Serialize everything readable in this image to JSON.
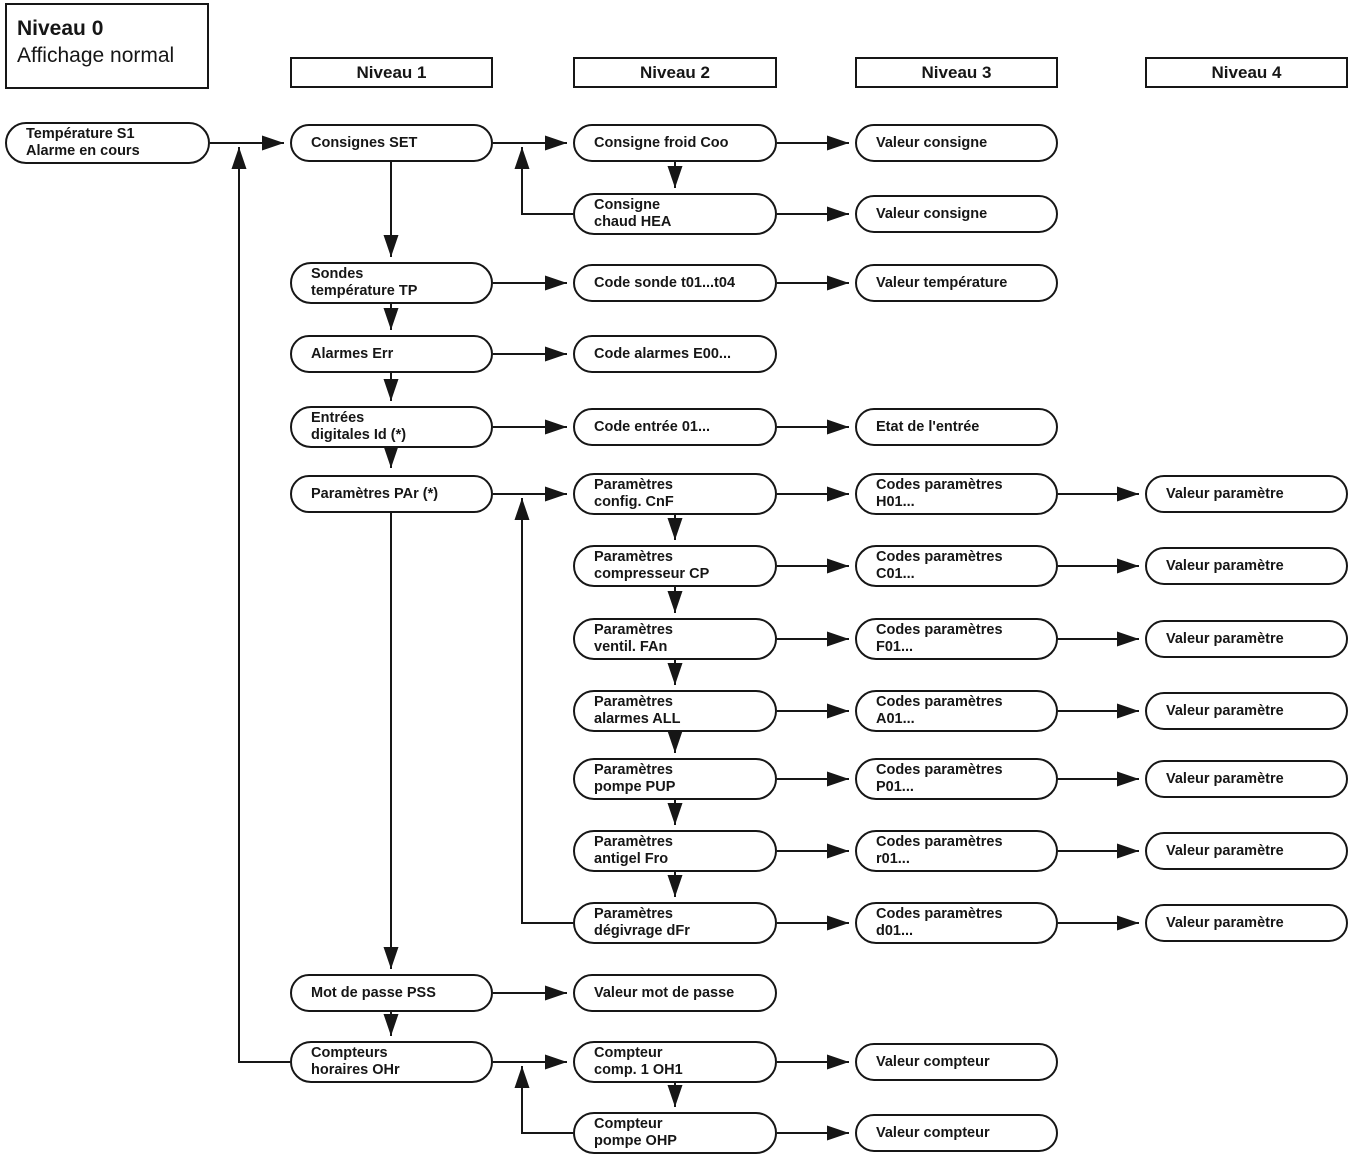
{
  "page": {
    "level0": {
      "title": "Niveau 0",
      "subtitle": "Affichage normal"
    },
    "headers": [
      "Niveau 1",
      "Niveau 2",
      "Niveau 3",
      "Niveau 4"
    ]
  },
  "nodes": {
    "temp_s1": [
      "Température S1",
      "Alarme en cours"
    ],
    "consignes_set": [
      "Consignes SET"
    ],
    "consigne_froid": [
      "Consigne froid Coo"
    ],
    "valeur_consigne_1": [
      "Valeur consigne"
    ],
    "consigne_chaud": [
      "Consigne",
      "chaud HEA"
    ],
    "valeur_consigne_2": [
      "Valeur consigne"
    ],
    "sondes_tp": [
      "Sondes",
      "température TP"
    ],
    "code_sonde": [
      "Code sonde t01...t04"
    ],
    "valeur_temperature": [
      "Valeur température"
    ],
    "alarmes_err": [
      "Alarmes Err"
    ],
    "code_alarmes": [
      "Code alarmes E00..."
    ],
    "entrees_id": [
      "Entrées",
      "digitales Id (*)"
    ],
    "code_entree": [
      "Code entrée 01..."
    ],
    "etat_entree": [
      "Etat de l'entrée"
    ],
    "parametres_par": [
      "Paramètres PAr (*)"
    ],
    "par_cnf": [
      "Paramètres",
      "config. CnF"
    ],
    "codes_h01": [
      "Codes paramètres",
      "H01..."
    ],
    "valeur_parametre_1": [
      "Valeur paramètre"
    ],
    "par_cp": [
      "Paramètres",
      "compresseur CP"
    ],
    "codes_c01": [
      "Codes paramètres",
      "C01..."
    ],
    "valeur_parametre_2": [
      "Valeur paramètre"
    ],
    "par_fan": [
      "Paramètres",
      "ventil. FAn"
    ],
    "codes_f01": [
      "Codes paramètres",
      "F01..."
    ],
    "valeur_parametre_3": [
      "Valeur paramètre"
    ],
    "par_all": [
      "Paramètres",
      "alarmes ALL"
    ],
    "codes_a01": [
      "Codes paramètres",
      "A01..."
    ],
    "valeur_parametre_4": [
      "Valeur paramètre"
    ],
    "par_pup": [
      "Paramètres",
      "pompe PUP"
    ],
    "codes_p01": [
      "Codes paramètres",
      "P01..."
    ],
    "valeur_parametre_5": [
      "Valeur paramètre"
    ],
    "par_fro": [
      "Paramètres",
      "antigel Fro"
    ],
    "codes_r01": [
      "Codes paramètres",
      "r01..."
    ],
    "valeur_parametre_6": [
      "Valeur paramètre"
    ],
    "par_dfr": [
      "Paramètres",
      "dégivrage dFr"
    ],
    "codes_d01": [
      "Codes paramètres",
      "d01..."
    ],
    "valeur_parametre_7": [
      "Valeur paramètre"
    ],
    "mot_de_passe": [
      "Mot de passe PSS"
    ],
    "valeur_mdp": [
      "Valeur mot de passe"
    ],
    "compteurs_ohr": [
      "Compteurs",
      "horaires OHr"
    ],
    "compteur_oh1": [
      "Compteur",
      "comp. 1 OH1"
    ],
    "valeur_compteur_1": [
      "Valeur compteur"
    ],
    "compteur_ohp": [
      "Compteur",
      "pompe OHP"
    ],
    "valeur_compteur_2": [
      "Valeur compteur"
    ]
  },
  "colors": {
    "line": "#161616",
    "border": "#161616",
    "text": "#161616",
    "background": "#ffffff"
  }
}
